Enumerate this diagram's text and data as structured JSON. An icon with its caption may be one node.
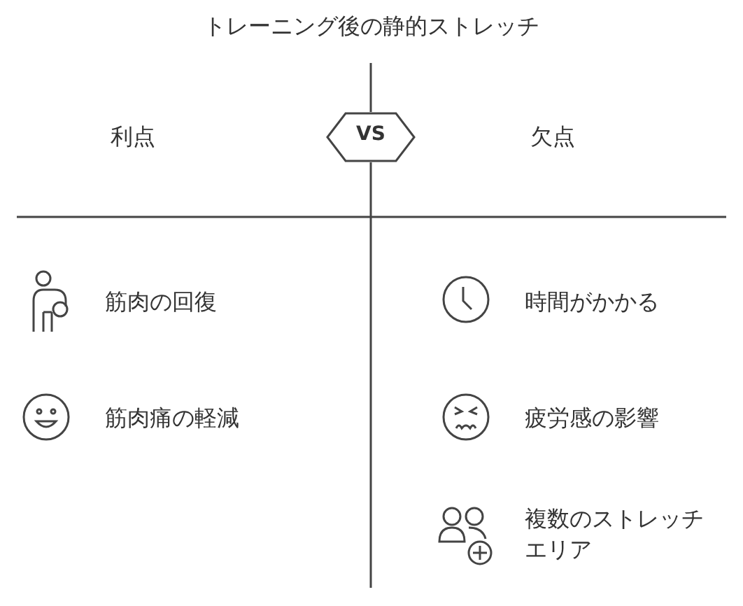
{
  "diagram": {
    "title": "トレーニング後の静的ストレッチ",
    "nodes": [
      {
        "text": [
          "VS"
        ]
      }
    ],
    "labels": [
      "利点",
      "欠点",
      "筋肉の回復",
      "時間がかかる",
      "筋肉痛の軽減",
      "疲労感の影響",
      "複数のストレッチエリア"
    ]
  }
}
